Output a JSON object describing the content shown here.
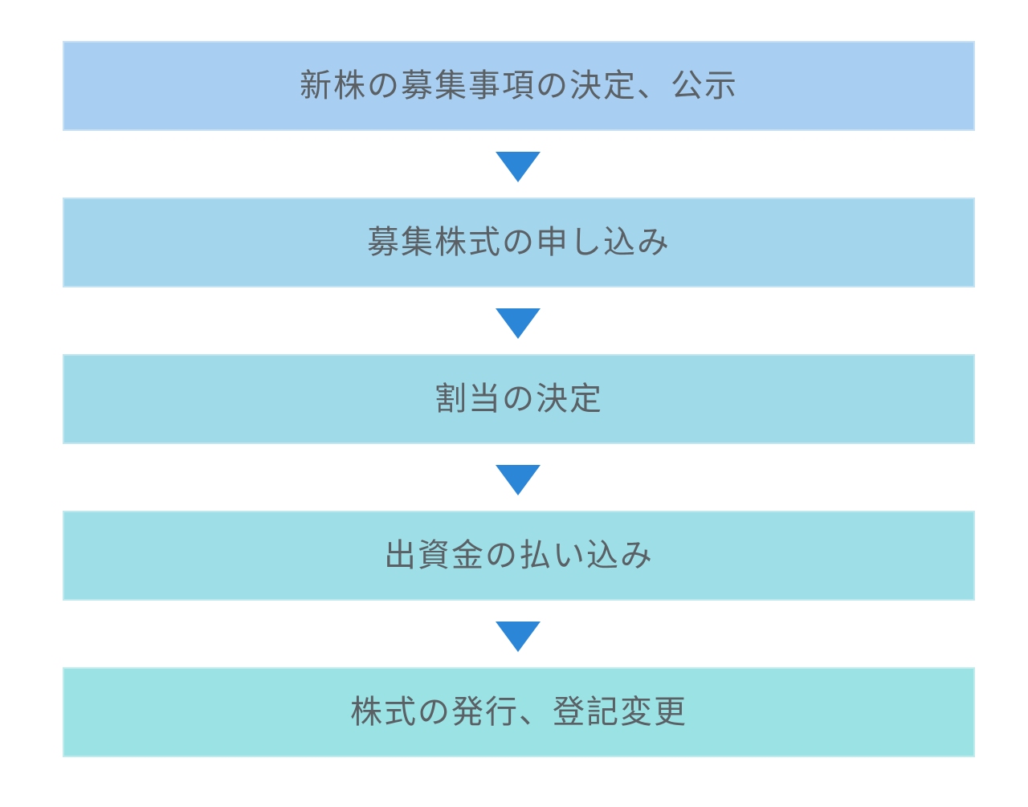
{
  "flow": {
    "type": "vertical-flowchart",
    "background": "#ffffff",
    "text_color": "#5b6065",
    "arrow_color": "#2b86d8",
    "arrow_glyph": "down-triangle",
    "steps": [
      {
        "label": "新株の募集事項の決定、公示",
        "color": "#a8cff1"
      },
      {
        "label": "募集株式の申し込み",
        "color": "#a3d5ec"
      },
      {
        "label": "割当の決定",
        "color": "#9fdae9"
      },
      {
        "label": "出資金の払い込み",
        "color": "#9ddee7"
      },
      {
        "label": "株式の発行、登記変更",
        "color": "#9be2e4"
      }
    ]
  }
}
